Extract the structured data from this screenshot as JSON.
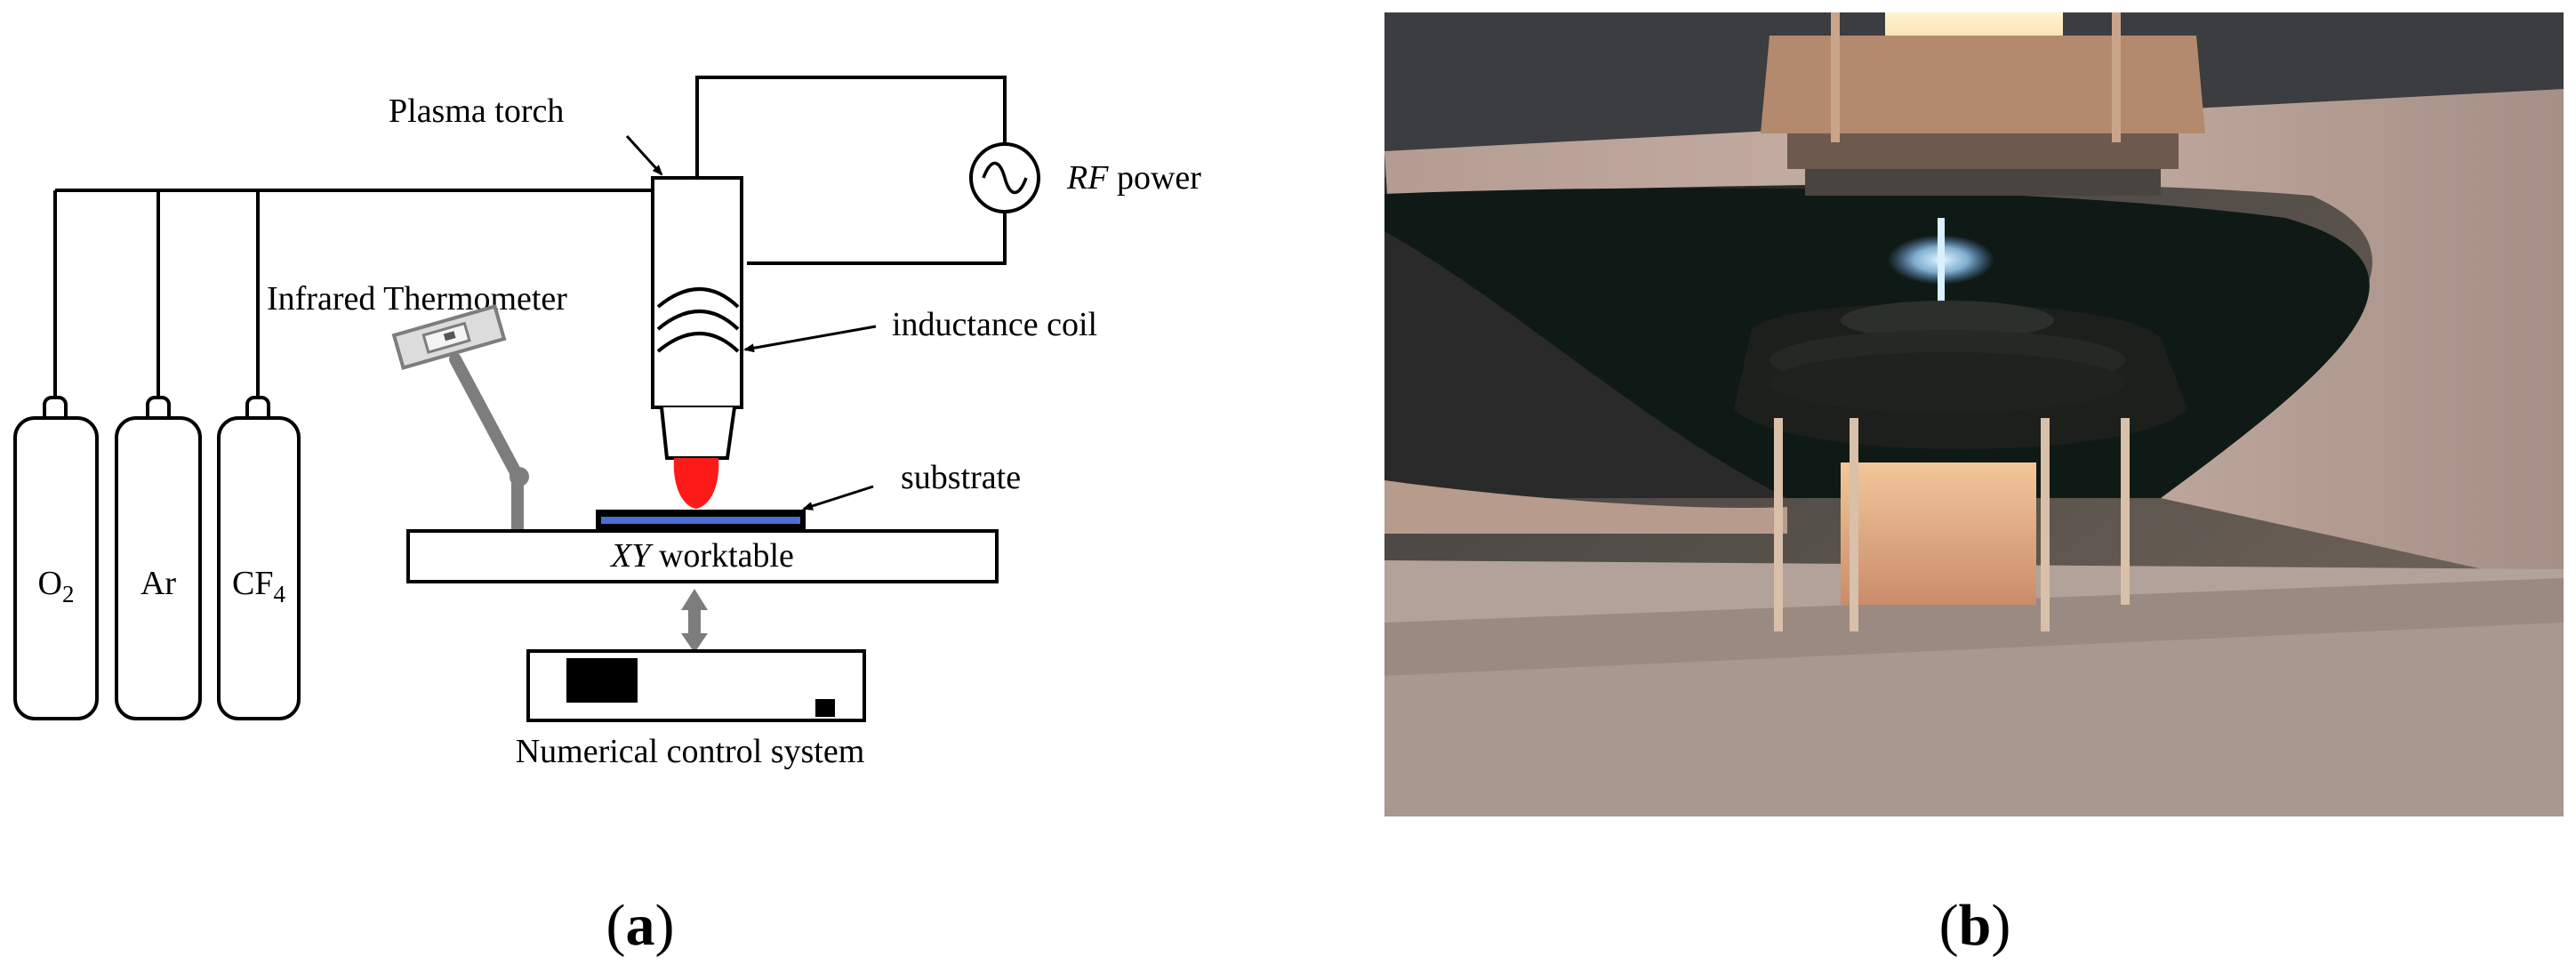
{
  "schematic": {
    "labels": {
      "plasma_torch": "Plasma torch",
      "rf_italic": "RF",
      "rf_rest": " power",
      "inductance_coil": "inductance coil",
      "infrared_thermometer": "Infrared Thermometer",
      "substrate": "substrate",
      "worktable_italic": "XY",
      "worktable_rest": " worktable",
      "numerical_control": "Numerical control system"
    },
    "cylinders": [
      {
        "base": "O",
        "sub": "2"
      },
      {
        "base": "Ar",
        "sub": ""
      },
      {
        "base": "CF",
        "sub": "4"
      }
    ],
    "colors": {
      "plasma_flame": "#ff1a1a",
      "substrate": "#4a6fd1",
      "arm": "#7d7d7d",
      "line": "#000000"
    }
  },
  "captions": {
    "a": {
      "open": "(",
      "letter": "a",
      "close": ")"
    },
    "b": {
      "open": "(",
      "letter": "b",
      "close": ")"
    }
  }
}
